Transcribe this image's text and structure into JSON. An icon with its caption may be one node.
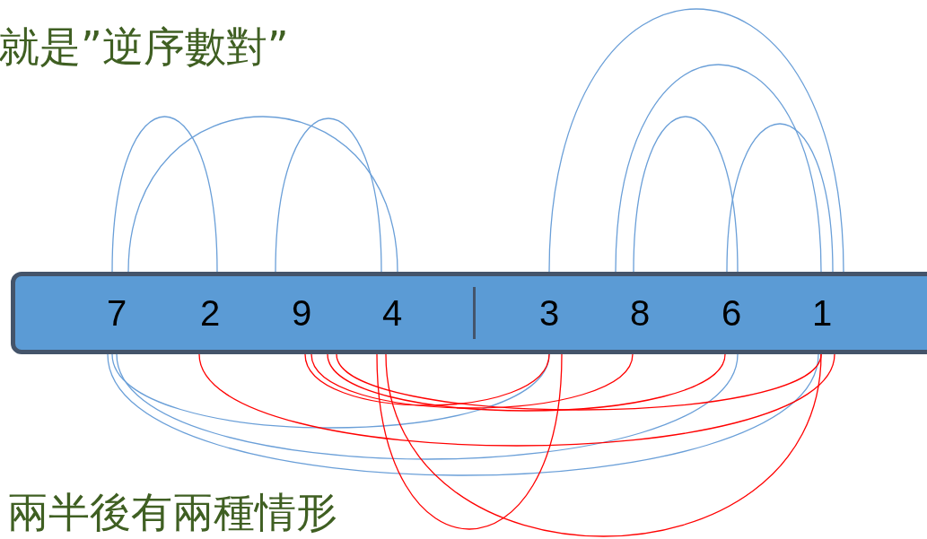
{
  "diagram": {
    "nodes": [
      {
        "text": [],
        "shape": "bar"
      },
      {
        "text": [
          "7"
        ],
        "in": 0
      },
      {
        "text": [
          "2"
        ],
        "in": 0
      },
      {
        "text": [
          "9"
        ],
        "in": 0
      },
      {
        "text": [
          "4"
        ],
        "in": 0
      },
      {
        "text": [
          "3"
        ],
        "in": 0
      },
      {
        "text": [
          "8"
        ],
        "in": 0
      },
      {
        "text": [
          "6"
        ],
        "in": 0
      },
      {
        "text": [
          "1"
        ],
        "in": 0
      }
    ],
    "edges": [
      {
        "from": 1,
        "to": 2,
        "arrow": "none"
      },
      {
        "from": 1,
        "to": 4,
        "arrow": "none"
      },
      {
        "from": 3,
        "to": 4,
        "arrow": "none"
      },
      {
        "from": 5,
        "to": 8,
        "arrow": "none"
      },
      {
        "from": 6,
        "to": 8,
        "arrow": "none"
      },
      {
        "from": 6,
        "to": 7,
        "arrow": "none"
      },
      {
        "from": 7,
        "to": 8,
        "arrow": "none"
      },
      {
        "from": 1,
        "to": 5,
        "arrow": "none"
      },
      {
        "from": 1,
        "to": 7,
        "arrow": "none"
      },
      {
        "from": 1,
        "to": 8,
        "arrow": "none"
      },
      {
        "from": 2,
        "to": 8,
        "arrow": "none",
        "color": "#ff0000"
      },
      {
        "from": 3,
        "to": 5,
        "arrow": "none",
        "color": "#ff0000"
      },
      {
        "from": 3,
        "to": 6,
        "arrow": "none",
        "color": "#ff0000"
      },
      {
        "from": 3,
        "to": 7,
        "arrow": "none",
        "color": "#ff0000"
      },
      {
        "from": 3,
        "to": 8,
        "arrow": "none",
        "color": "#ff0000"
      },
      {
        "from": 4,
        "to": 5,
        "arrow": "none",
        "color": "#ff0000"
      },
      {
        "from": 4,
        "to": 8,
        "arrow": "none",
        "color": "#ff0000"
      }
    ],
    "labels": [
      "就是”逆序數對”",
      "兩半後有兩種情形"
    ]
  }
}
